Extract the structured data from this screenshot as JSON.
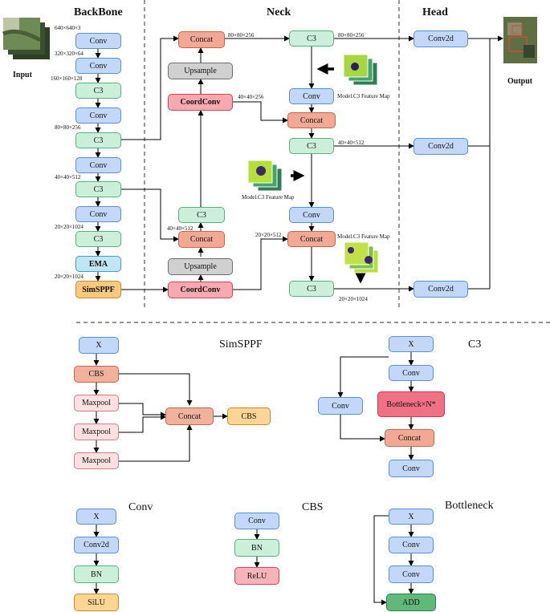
{
  "sections": {
    "backbone": "BackBone",
    "neck": "Neck",
    "head": "Head"
  },
  "io": {
    "input": "Input",
    "output": "Output"
  },
  "backbone": {
    "blocks": [
      "Conv",
      "Conv",
      "C3",
      "Conv",
      "C3",
      "Conv",
      "C3",
      "Conv",
      "C3",
      "EMA",
      "SimSPPF"
    ],
    "sizes": [
      "640×640×3",
      "320×320×64",
      "160×160×128",
      "80×80×256",
      "40×40×512",
      "20×20×1024",
      "20×20×1024"
    ]
  },
  "neck": {
    "concat1": "Concat",
    "upsample1": "Upsample",
    "coordconv1": "CoordConv",
    "c3_mid": "C3",
    "concat2": "Concat",
    "upsample2": "Upsample",
    "coordconv2": "CoordConv",
    "c3_top": "C3",
    "conv_top": "Conv",
    "concat_top": "Concat",
    "c3_b": "C3",
    "conv_b": "Conv",
    "concat_b": "Concat",
    "c3_bottom": "C3",
    "sizes": {
      "s1": "80×80×256",
      "s2": "80×80×256",
      "s3": "40×40×256",
      "s4": "40×40×512",
      "s5": "40×40×512",
      "s6": "20×20×512",
      "s7": "20×20×1024"
    },
    "feature_label": "Model.C3 Feature Map"
  },
  "head": {
    "conv2d": "Conv2d"
  },
  "legend": {
    "sppf": {
      "title": "SimSPPF",
      "x": "X",
      "cbs": "CBS",
      "maxpool": "Maxpool",
      "concat": "Concat"
    },
    "c3": {
      "title": "C3",
      "x": "X",
      "conv": "Conv",
      "bottleneck": "Bottleneck×N*",
      "concat": "Concat"
    },
    "conv": {
      "title": "Conv",
      "x": "X",
      "conv2d": "Conv2d",
      "bn": "BN",
      "silu": "SiLU"
    },
    "cbs": {
      "title": "CBS",
      "conv": "Conv",
      "bn": "BN",
      "relu": "ReLU"
    },
    "bottleneck": {
      "title": "Bottleneck",
      "x": "X",
      "conv": "Conv",
      "add": "ADD"
    }
  }
}
